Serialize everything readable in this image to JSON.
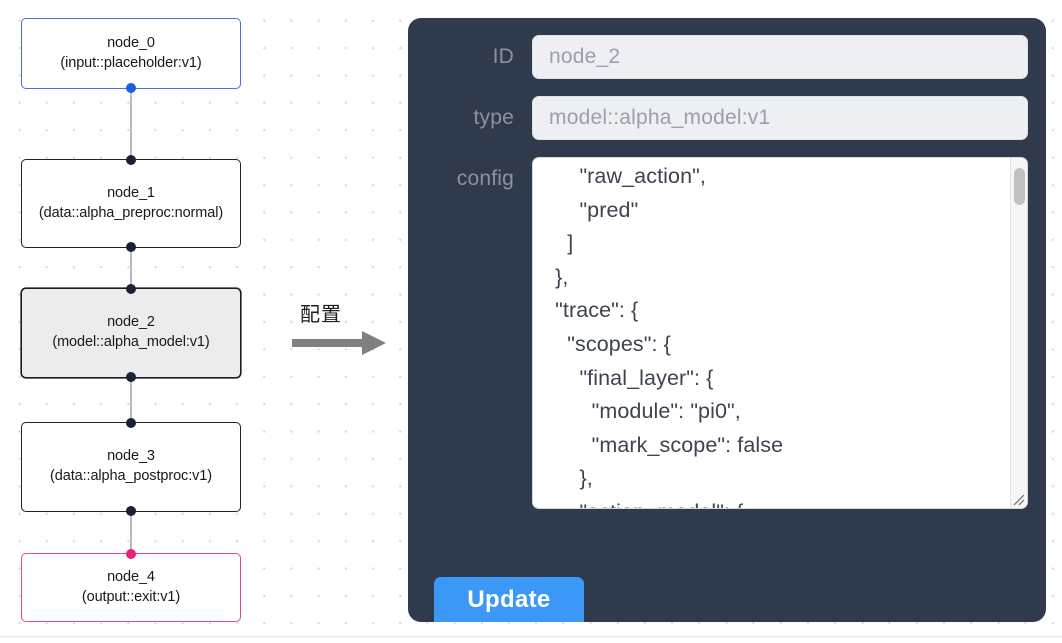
{
  "canvas": {
    "nodes": [
      {
        "id": "node_0",
        "title": "node_0",
        "subtitle": "(input::placeholder:v1)",
        "role": "input",
        "selected": false
      },
      {
        "id": "node_1",
        "title": "node_1",
        "subtitle": "(data::alpha_preproc:normal)",
        "role": "default",
        "selected": false
      },
      {
        "id": "node_2",
        "title": "node_2",
        "subtitle": "(model::alpha_model:v1)",
        "role": "default",
        "selected": true
      },
      {
        "id": "node_3",
        "title": "node_3",
        "subtitle": "(data::alpha_postproc:v1)",
        "role": "default",
        "selected": false
      },
      {
        "id": "node_4",
        "title": "node_4",
        "subtitle": "(output::exit:v1)",
        "role": "output",
        "selected": false
      }
    ],
    "colors": {
      "input_border": "#4a72d0",
      "output_border": "#e0479b",
      "default_border": "#20222f",
      "selected_fill": "#ececec",
      "edge": "#b9b9bd",
      "handle": "#1b2236",
      "handle_input": "#1a5fe0",
      "handle_output": "#ec1e79"
    }
  },
  "arrow": {
    "label": "配置",
    "color": "#808080"
  },
  "panel": {
    "background": "#2f3a4d",
    "fields": {
      "id": {
        "label": "ID",
        "value": "node_2"
      },
      "type": {
        "label": "type",
        "value": "model::alpha_model:v1"
      },
      "config": {
        "label": "config",
        "value": "      \"raw_action\",\n      \"pred\"\n    ]\n  },\n  \"trace\": {\n    \"scopes\": {\n      \"final_layer\": {\n        \"module\": \"pi0\",\n        \"mark_scope\": false\n      },\n      \"action_model\": {"
      }
    },
    "update_button": {
      "label": "Update",
      "color": "#3c98f7"
    }
  }
}
